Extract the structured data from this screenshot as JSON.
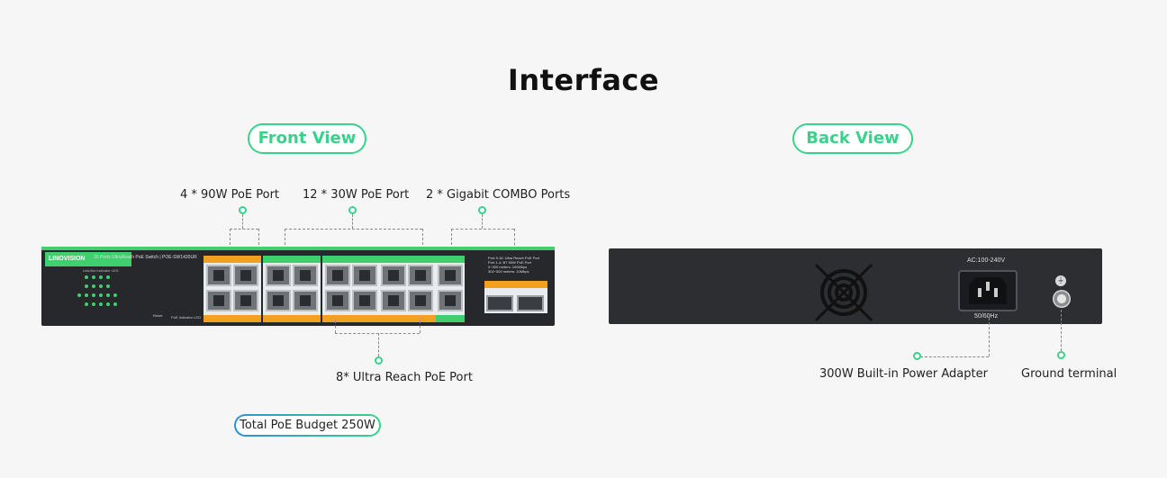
{
  "page": {
    "title": "Interface"
  },
  "views": {
    "front_label": "Front View",
    "back_label": "Back View"
  },
  "front_callouts": {
    "poe90": "4 * 90W PoE Port",
    "poe30": "12 * 30W PoE Port",
    "combo": "2 * Gigabit COMBO Ports",
    "ultra": "8* Ultra Reach PoE Port"
  },
  "front_panel": {
    "brand": "LINOVISION",
    "model": "16 Ports UltraReach PoE Switch | POE-SW1420UR",
    "led_title": "Link/Act Indicator LED",
    "reset": "Reset",
    "poe_led": "PoE Indicator LED",
    "note_line1": "Port 9-16: Ultra Reach PoE Port",
    "note_line2": "Port 1-4: BT 90W PoE Port",
    "note_line3": "0~300 meters: 100Mbps",
    "note_line4": "300~500 meters: 10Mbps"
  },
  "back_panel": {
    "ac_label": "AC:100-240V",
    "hz_label": "50/60Hz",
    "power_callout": "300W Built-in Power Adapter",
    "ground_callout": "Ground terminal"
  },
  "budget": {
    "label": "Total PoE Budget 250W"
  },
  "colors": {
    "accent": "#38d38a",
    "orange": "#f2a11f",
    "panel": "#26282c"
  }
}
